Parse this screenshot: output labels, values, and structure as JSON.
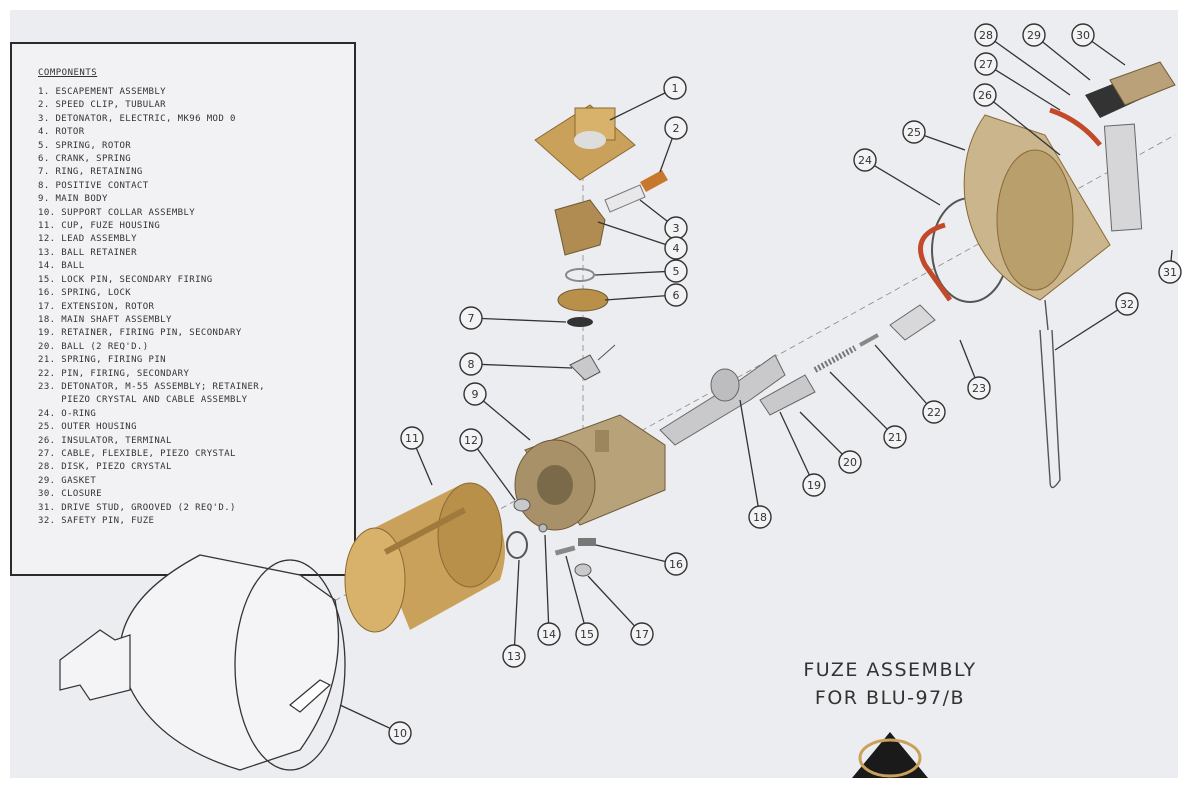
{
  "legend": {
    "heading": "COMPONENTS",
    "items": [
      "1. ESCAPEMENT ASSEMBLY",
      "2. SPEED CLIP, TUBULAR",
      "3. DETONATOR, ELECTRIC, MK96 MOD 0",
      "4. ROTOR",
      "5. SPRING, ROTOR",
      "6. CRANK, SPRING",
      "7. RING, RETAINING",
      "8. POSITIVE CONTACT",
      "9. MAIN BODY",
      "10. SUPPORT COLLAR ASSEMBLY",
      "11. CUP, FUZE HOUSING",
      "12. LEAD ASSEMBLY",
      "13. BALL RETAINER",
      "14. BALL",
      "15. LOCK PIN, SECONDARY FIRING",
      "16. SPRING, LOCK",
      "17. EXTENSION, ROTOR",
      "18. MAIN SHAFT ASSEMBLY",
      "19. RETAINER, FIRING PIN, SECONDARY",
      "20. BALL (2 REQ'D.)",
      "21. SPRING, FIRING PIN",
      "22. PIN, FIRING, SECONDARY",
      "23. DETONATOR, M-55 ASSEMBLY; RETAINER,",
      "    PIEZO CRYSTAL AND CABLE ASSEMBLY",
      "24. O-RING",
      "25. OUTER HOUSING",
      "26. INSULATOR, TERMINAL",
      "27. CABLE, FLEXIBLE, PIEZO CRYSTAL",
      "28. DISK, PIEZO CRYSTAL",
      "29. GASKET",
      "30. CLOSURE",
      "31. DRIVE STUD, GROOVED (2 REQ'D.)",
      "32. SAFETY PIN, FUZE"
    ]
  },
  "title": {
    "line1": "FUZE ASSEMBLY",
    "line2": "FOR BLU-97/B"
  },
  "callouts": [
    "1",
    "2",
    "3",
    "4",
    "5",
    "6",
    "7",
    "8",
    "9",
    "10",
    "11",
    "12",
    "13",
    "14",
    "15",
    "16",
    "17",
    "18",
    "19",
    "20",
    "21",
    "22",
    "23",
    "24",
    "25",
    "26",
    "27",
    "28",
    "29",
    "30",
    "31",
    "32"
  ],
  "colors": {
    "brass": "#c9a15a",
    "brass_dark": "#8a6a32",
    "copper": "#c8782e",
    "body_olive": "#b8a27a",
    "housing_tan": "#cbb58d",
    "silver": "#c9c9cc",
    "red_ring": "#c24a2a",
    "line": "#333333"
  },
  "logo": {
    "name": "triangle-emblem-logo"
  }
}
